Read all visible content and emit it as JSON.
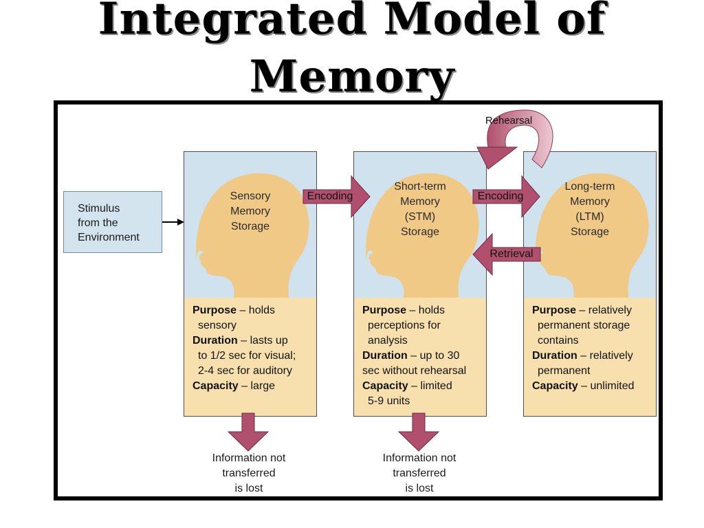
{
  "title": {
    "line1": "Integrated Model of",
    "line2": "Memory"
  },
  "stimulus": {
    "line1": "Stimulus",
    "line2": "from the",
    "line3": "Environment"
  },
  "stores": [
    {
      "label": [
        "Sensory",
        "Memory",
        "Storage"
      ],
      "purpose_key": "Purpose",
      "purpose": [
        " – holds",
        "sensory"
      ],
      "duration_key": "Duration",
      "duration": [
        "  – lasts up",
        "to 1/2 sec for visual;",
        "2-4 sec for auditory"
      ],
      "capacity_key": "Capacity",
      "capacity": [
        " – large"
      ]
    },
    {
      "label": [
        "Short-term",
        "Memory",
        "(STM)",
        "Storage"
      ],
      "purpose_key": "Purpose",
      "purpose": [
        " – holds",
        "perceptions for",
        "analysis"
      ],
      "duration_key": "Duration",
      "duration": [
        "  – up to 30",
        "sec without rehearsal"
      ],
      "capacity_key": "Capacity",
      "capacity": [
        " – limited",
        "5-9 units"
      ]
    },
    {
      "label": [
        "Long-term",
        "Memory",
        "(LTM)",
        "Storage"
      ],
      "purpose_key": "Purpose",
      "purpose": [
        " – relatively",
        "permanent storage",
        "contains"
      ],
      "duration_key": "Duration",
      "duration": [
        "  – relatively",
        "permanent"
      ],
      "capacity_key": "Capacity",
      "capacity": [
        " – unlimited"
      ]
    }
  ],
  "arrows": {
    "encoding1": "Encoding",
    "encoding2": "Encoding",
    "retrieval": "Retrieval",
    "rehearsal": "Rehearsal"
  },
  "lost": {
    "sensory": [
      "Information not",
      "transferred",
      "is lost"
    ],
    "stm": [
      "Information not",
      "transferred",
      "is lost"
    ]
  },
  "colors": {
    "store_top": "#cfe2ee",
    "store_bottom": "#f7e0ad",
    "head": "#f0c987",
    "arrow": "#b0506e",
    "arrow_light": "#e4b9c6"
  }
}
